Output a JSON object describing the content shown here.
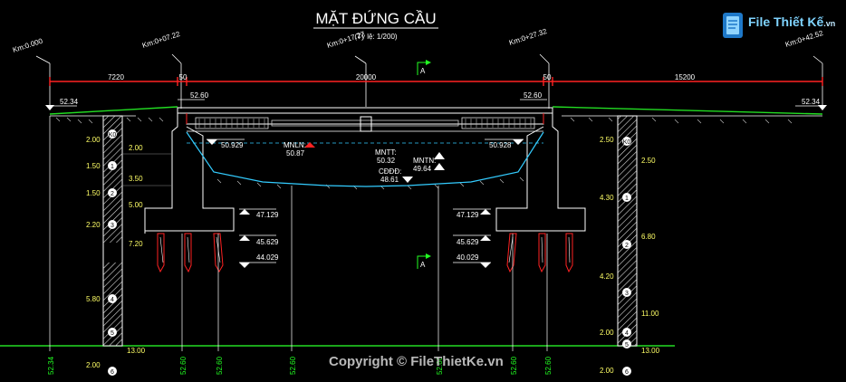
{
  "title": "MẶT ĐỨNG CẦU",
  "subtitle": "(Tỷ lệ: 1/200)",
  "logo": {
    "name": "File Thiết Kế",
    "ext": ".vn"
  },
  "copyright": "Copyright © FileThietKe.vn",
  "stations": [
    "Km:0.000",
    "Km:0+07.22",
    "Km:0+17.27",
    "Km:0+27.32",
    "Km:0+42.52"
  ],
  "spans": [
    "7220",
    "50",
    "20000",
    "50",
    "15200"
  ],
  "deck_levels": {
    "left_end": "52.34",
    "abut_left": "52.60",
    "abut_right": "52.60",
    "right_end": "52.34"
  },
  "section_marker": "A",
  "water": {
    "left_level": "50.929",
    "right_level": "50.928",
    "mnln_label": "MNLN:",
    "mnln_value": "50.87",
    "mntt_label": "MNTT:",
    "mntt_value": "50.32",
    "mntn_label": "MNTN:",
    "mntn_value": "49.64",
    "cddd_label": "CĐĐĐ:",
    "cddd_value": "48.61"
  },
  "foundation_levels": {
    "left": [
      "47.129",
      "45.629",
      "44.029"
    ],
    "right": [
      "47.129",
      "45.629",
      "40.029"
    ]
  },
  "pier_depths_left": [
    "2.00",
    "3.50",
    "5.00",
    "7.20"
  ],
  "borehole_left": {
    "thicknesses": [
      "2.00",
      "1.50",
      "1.50",
      "2.20",
      "5.80",
      "13.00",
      "2.00"
    ],
    "layers": [
      "K0",
      "1",
      "2",
      "3",
      "4",
      "5",
      "6"
    ]
  },
  "borehole_right": {
    "left_depths": [
      "2.50",
      "4.30",
      "4.20",
      "2.00",
      "2.00"
    ],
    "right_depths": [
      "2.50",
      "6.80",
      "11.00",
      "13.00"
    ],
    "layers": [
      "K0",
      "1",
      "2",
      "3",
      "4",
      "5",
      "6"
    ]
  },
  "bottom_elevations": [
    "52.34",
    "52.60",
    "52.60",
    "52.60",
    "52.60",
    "52.60",
    "52.60"
  ],
  "colors": {
    "dim": "#ff2222",
    "ground": "#22dd22",
    "struct": "#ffffff",
    "cyan": "#33ccff",
    "text": "#ffffff",
    "level": "#ffff66"
  }
}
